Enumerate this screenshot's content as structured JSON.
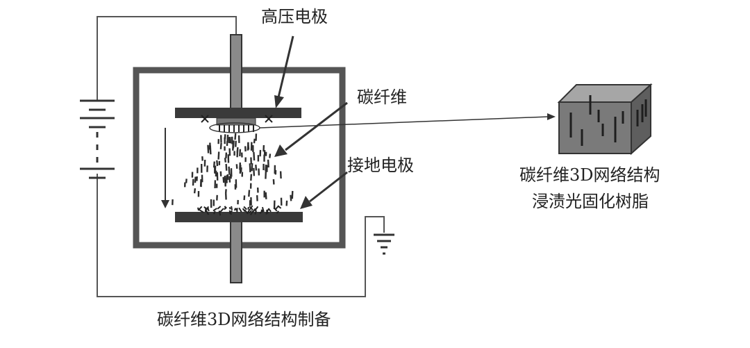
{
  "labels": {
    "high_voltage_electrode": "高压电极",
    "carbon_fiber": "碳纤维",
    "ground_electrode": "接地电极",
    "structure_line1": "碳纤维3D网络结构",
    "structure_line2": "浸渍光固化树脂",
    "caption": "碳纤维3D网络结构制备"
  },
  "colors": {
    "line": "#555555",
    "chamber_wall": "#555555",
    "electrode": "#3a3a3a",
    "cube_front": "#7a7a7a",
    "cube_top": "#a6a6a6",
    "cube_side": "#5e5e5e",
    "fiber": "#2e2e2e"
  },
  "icons": {
    "battery": "battery-icon",
    "ground": "ground-icon"
  }
}
